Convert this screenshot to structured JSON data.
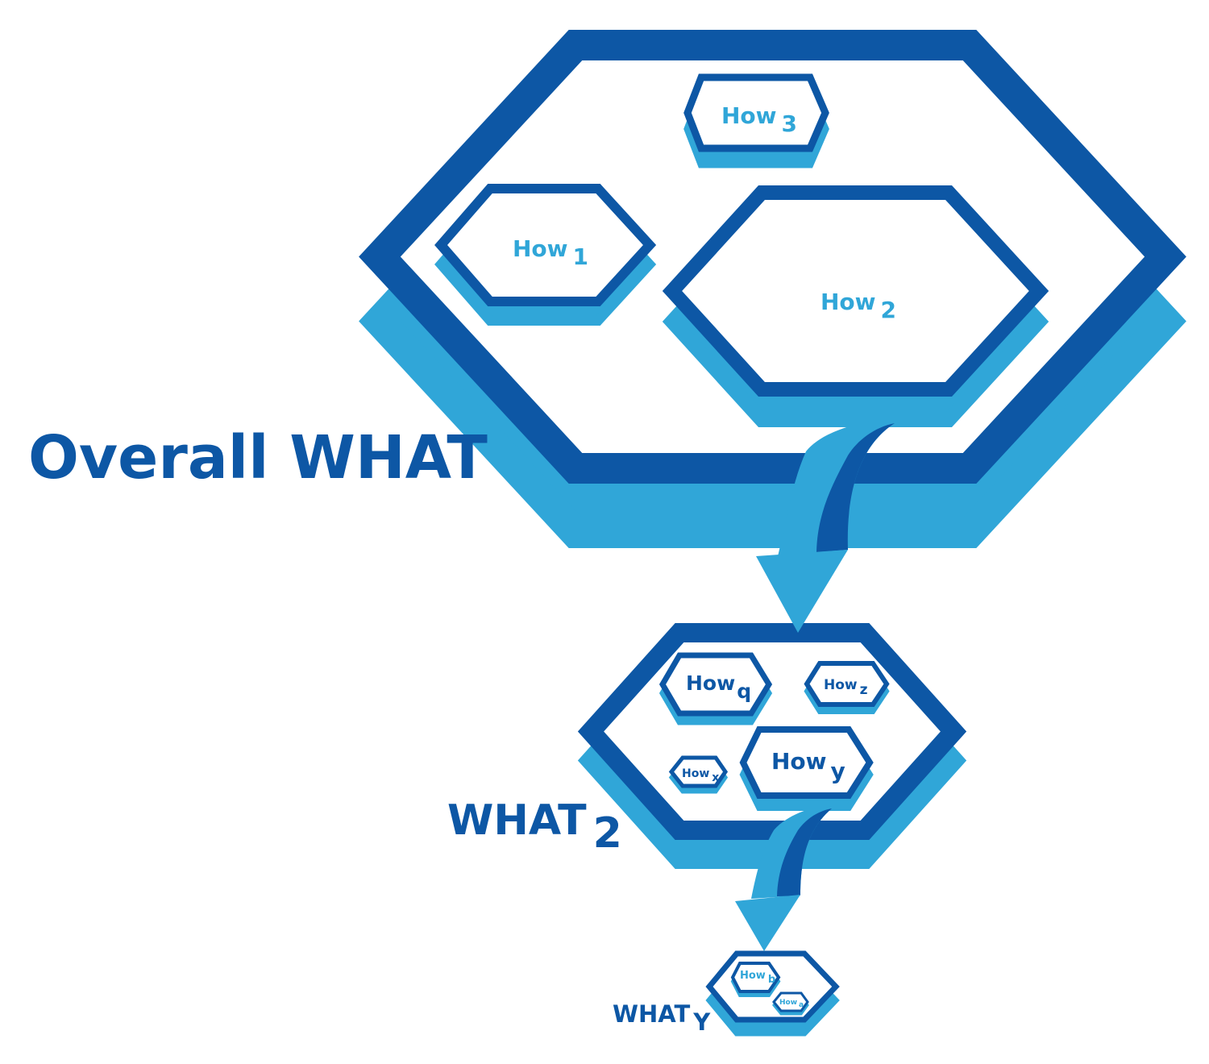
{
  "colors": {
    "dark": "#0d57a5",
    "light": "#30a6d8",
    "background": "#ffffff"
  },
  "titles": {
    "overall": "Overall WHAT",
    "what2": {
      "base": "WHAT",
      "sub": "2"
    },
    "whaty": {
      "base": "WHAT",
      "sub": "Y"
    }
  },
  "hows": {
    "how3": {
      "base": "How",
      "sub": "3"
    },
    "how1": {
      "base": "How",
      "sub": "1"
    },
    "how2": {
      "base": "How",
      "sub": "2"
    },
    "howq": {
      "base": "How",
      "sub": "q"
    },
    "howz": {
      "base": "How",
      "sub": "z"
    },
    "howx": {
      "base": "How",
      "sub": "x"
    },
    "howy": {
      "base": "How",
      "sub": "y"
    },
    "howb": {
      "base": "How",
      "sub": "b"
    },
    "howa": {
      "base": "How",
      "sub": "a"
    }
  }
}
